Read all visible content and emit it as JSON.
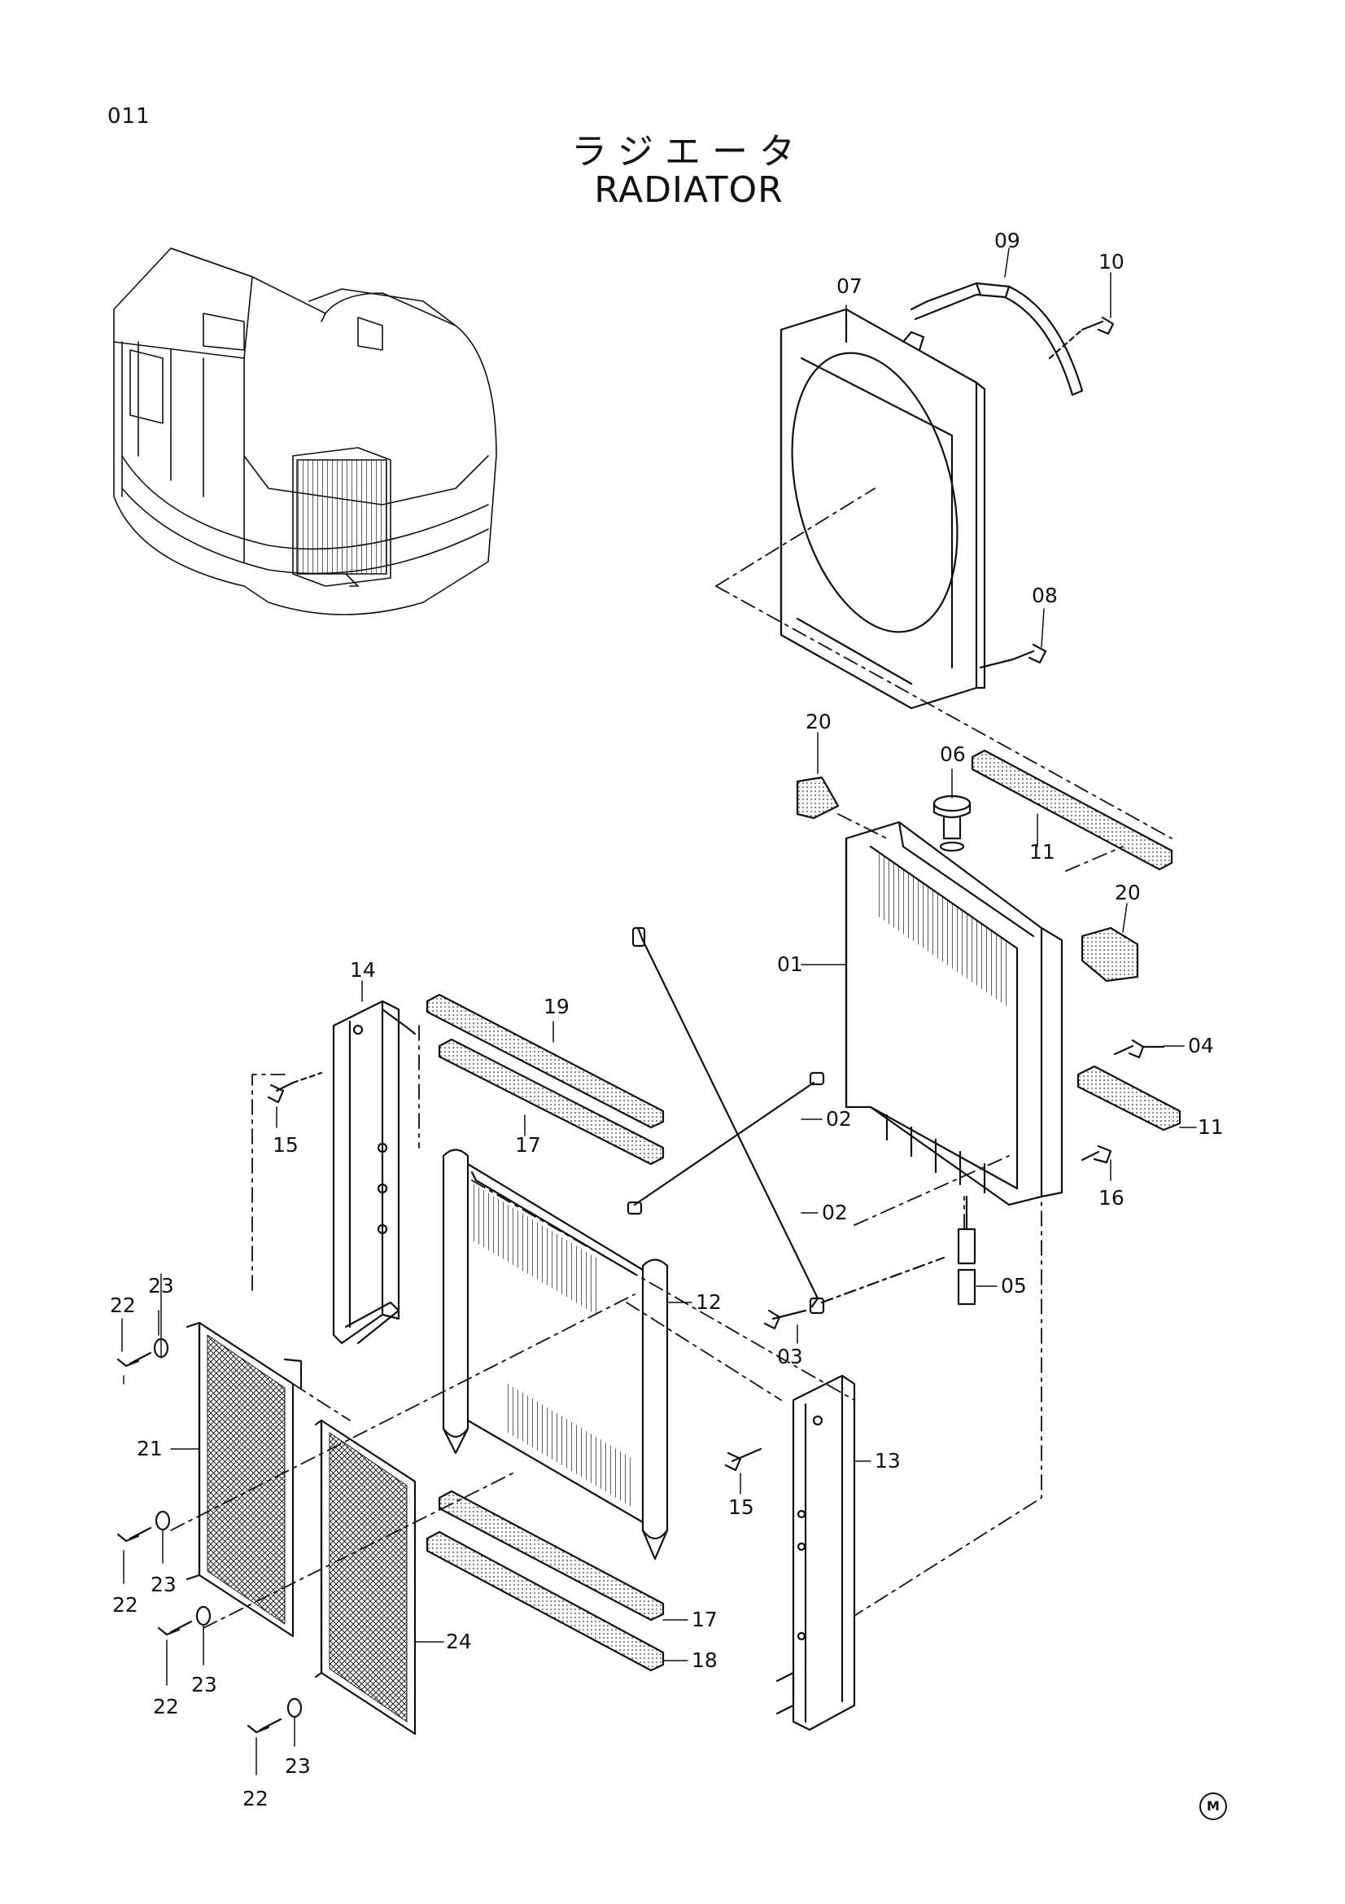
{
  "page_number": "011",
  "title_jp": "ラジエータ",
  "title_en": "RADIATOR",
  "manufacturer_mark": "M",
  "callouts": {
    "p01": "01",
    "p02a": "02",
    "p02b": "02",
    "p03": "03",
    "p04": "04",
    "p05": "05",
    "p06": "06",
    "p07": "07",
    "p08": "08",
    "p09": "09",
    "p10": "10",
    "p11a": "11",
    "p11b": "11",
    "p12": "12",
    "p13": "13",
    "p14": "14",
    "p15a": "15",
    "p15b": "15",
    "p16": "16",
    "p17a": "17",
    "p17b": "17",
    "p18": "18",
    "p19": "19",
    "p20a": "20",
    "p20b": "20",
    "p21": "21",
    "p22a": "22",
    "p22b": "22",
    "p22c": "22",
    "p22d": "22",
    "p23a": "23",
    "p23b": "23",
    "p23c": "23",
    "p23d": "23",
    "p24": "24"
  }
}
